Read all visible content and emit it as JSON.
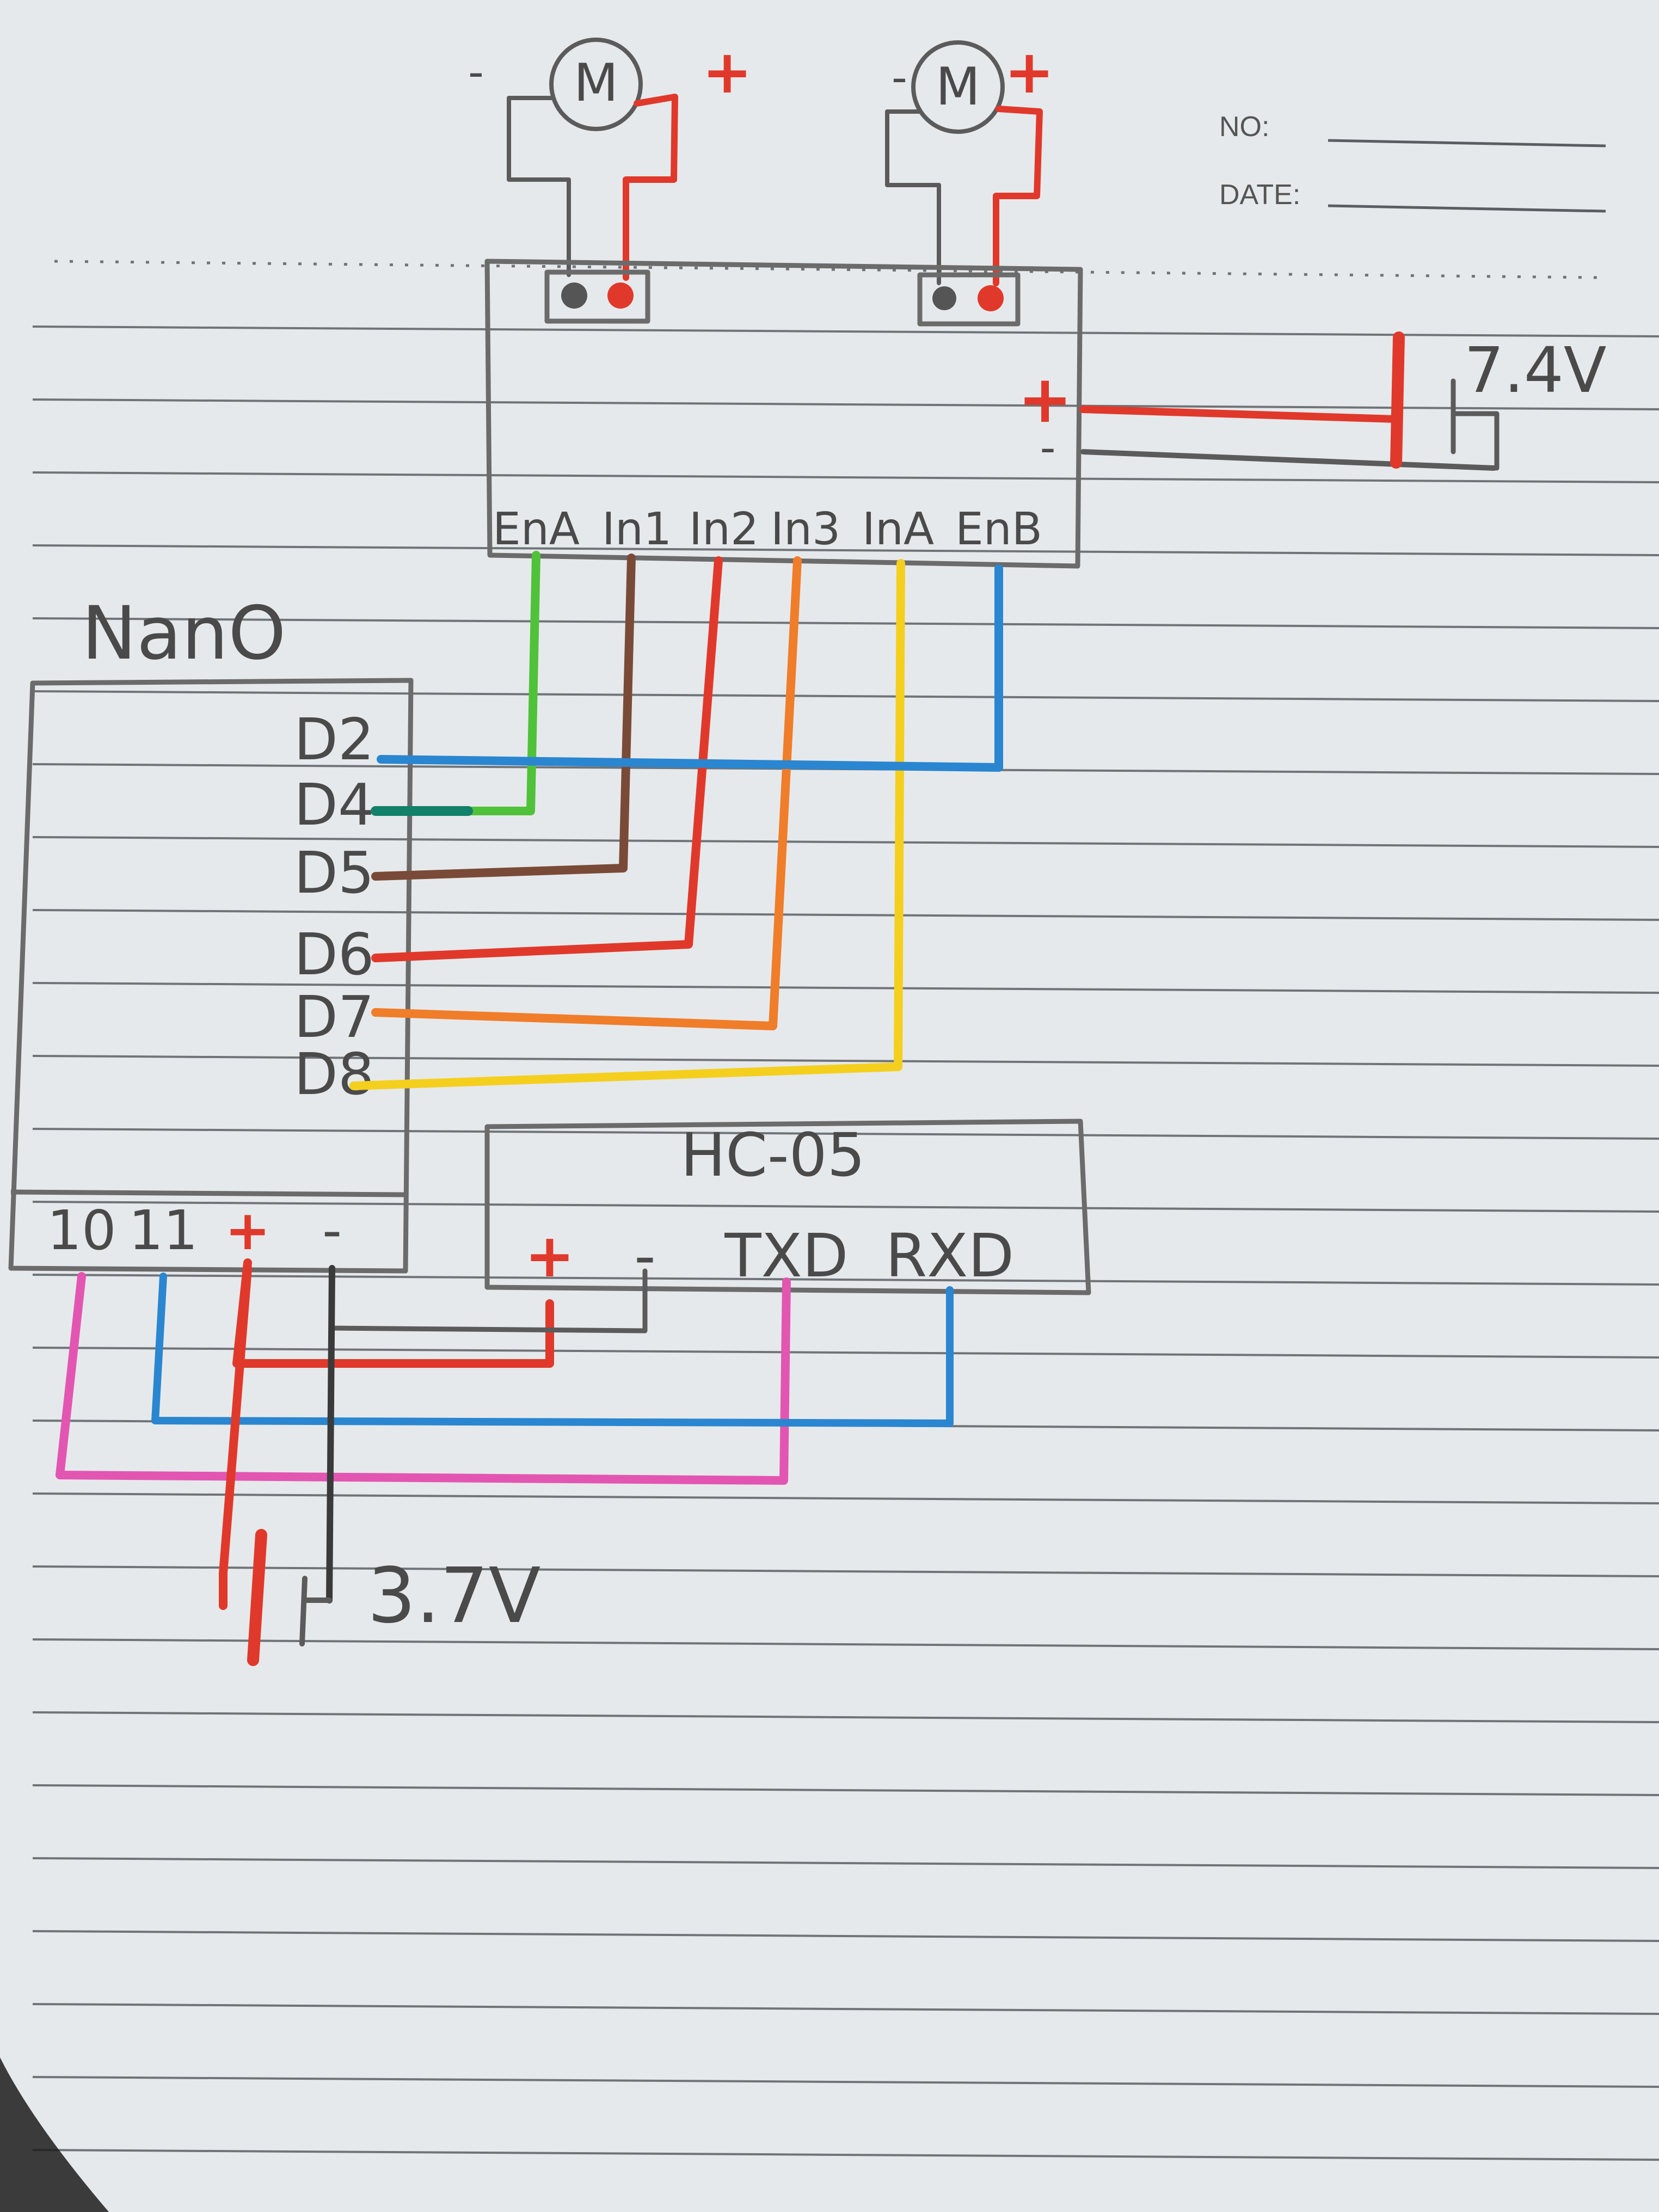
{
  "header": {
    "no_label": "NO:",
    "date_label": "DATE:"
  },
  "motors": [
    {
      "symbol": "M",
      "minus": "-",
      "plus": "+"
    },
    {
      "symbol": "M",
      "minus": "-",
      "plus": "+"
    }
  ],
  "driver": {
    "pins": [
      "EnA",
      "In1",
      "In2",
      "In3",
      "InA",
      "EnB"
    ],
    "power_plus": "+",
    "power_minus": "-",
    "battery_label": "7.4V"
  },
  "nano": {
    "title": "NanO",
    "pins": [
      "D2",
      "D4",
      "D5",
      "D6",
      "D7",
      "D8"
    ],
    "bottom_pins": [
      "10",
      "11",
      "+",
      "-"
    ]
  },
  "hc05": {
    "title": "HC-05",
    "pins": [
      "+",
      "-",
      "TXD",
      "RXD"
    ]
  },
  "battery2": {
    "label": "3.7V"
  },
  "colors": {
    "paper": "#e6e9eb",
    "rule": "#6f7478",
    "outline": "#6b6b6b",
    "green": "#4fc23a",
    "teal": "#13806a",
    "brown": "#7a4a38",
    "red": "#e0392b",
    "orange": "#f07d2a",
    "yellow": "#f5cf1e",
    "blue": "#2a86d0",
    "pink": "#e256b2",
    "black": "#3a3a3a"
  }
}
